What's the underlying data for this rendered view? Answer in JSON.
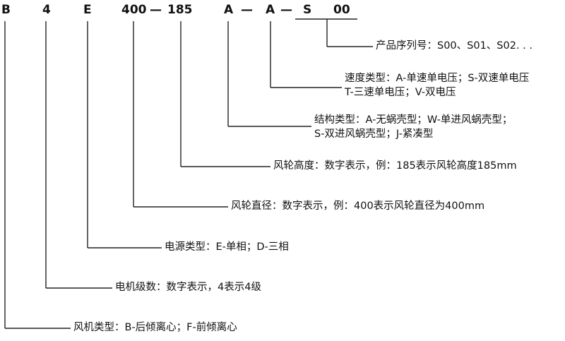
{
  "code_parts": [
    {
      "id": "p1",
      "text": "B"
    },
    {
      "id": "p2",
      "text": "4"
    },
    {
      "id": "p3",
      "text": "E"
    },
    {
      "id": "p4",
      "text": "400"
    },
    {
      "id": "d1",
      "text": "—"
    },
    {
      "id": "p5",
      "text": "185"
    },
    {
      "id": "p6",
      "text": "A"
    },
    {
      "id": "d2",
      "text": "—"
    },
    {
      "id": "p7",
      "text": "A"
    },
    {
      "id": "d3",
      "text": "—"
    },
    {
      "id": "p8",
      "text": "S"
    },
    {
      "id": "p9",
      "text": "00"
    }
  ],
  "descriptions": {
    "serial": "产品序列号：S00、S01、S02. . .",
    "speed_line1": "速度类型：A-单速单电压；S-双速单电压",
    "speed_line2": "T-三速单电压；V-双电压",
    "struct_line1": "结构类型：A-无蜗壳型；W-单进风蜗壳型；",
    "struct_line2": "S-双进风蜗壳型；J-紧凑型",
    "height": "风轮高度：数字表示，例：185表示风轮高度185mm",
    "diameter": "风轮直径：数字表示，例：400表示风轮直径为400mm",
    "power": "电源类型：E-单相；D-三相",
    "poles": "电机级数：数字表示，4表示4级",
    "fan_type": "风机类型：B-后倾离心；F-前倾离心"
  }
}
